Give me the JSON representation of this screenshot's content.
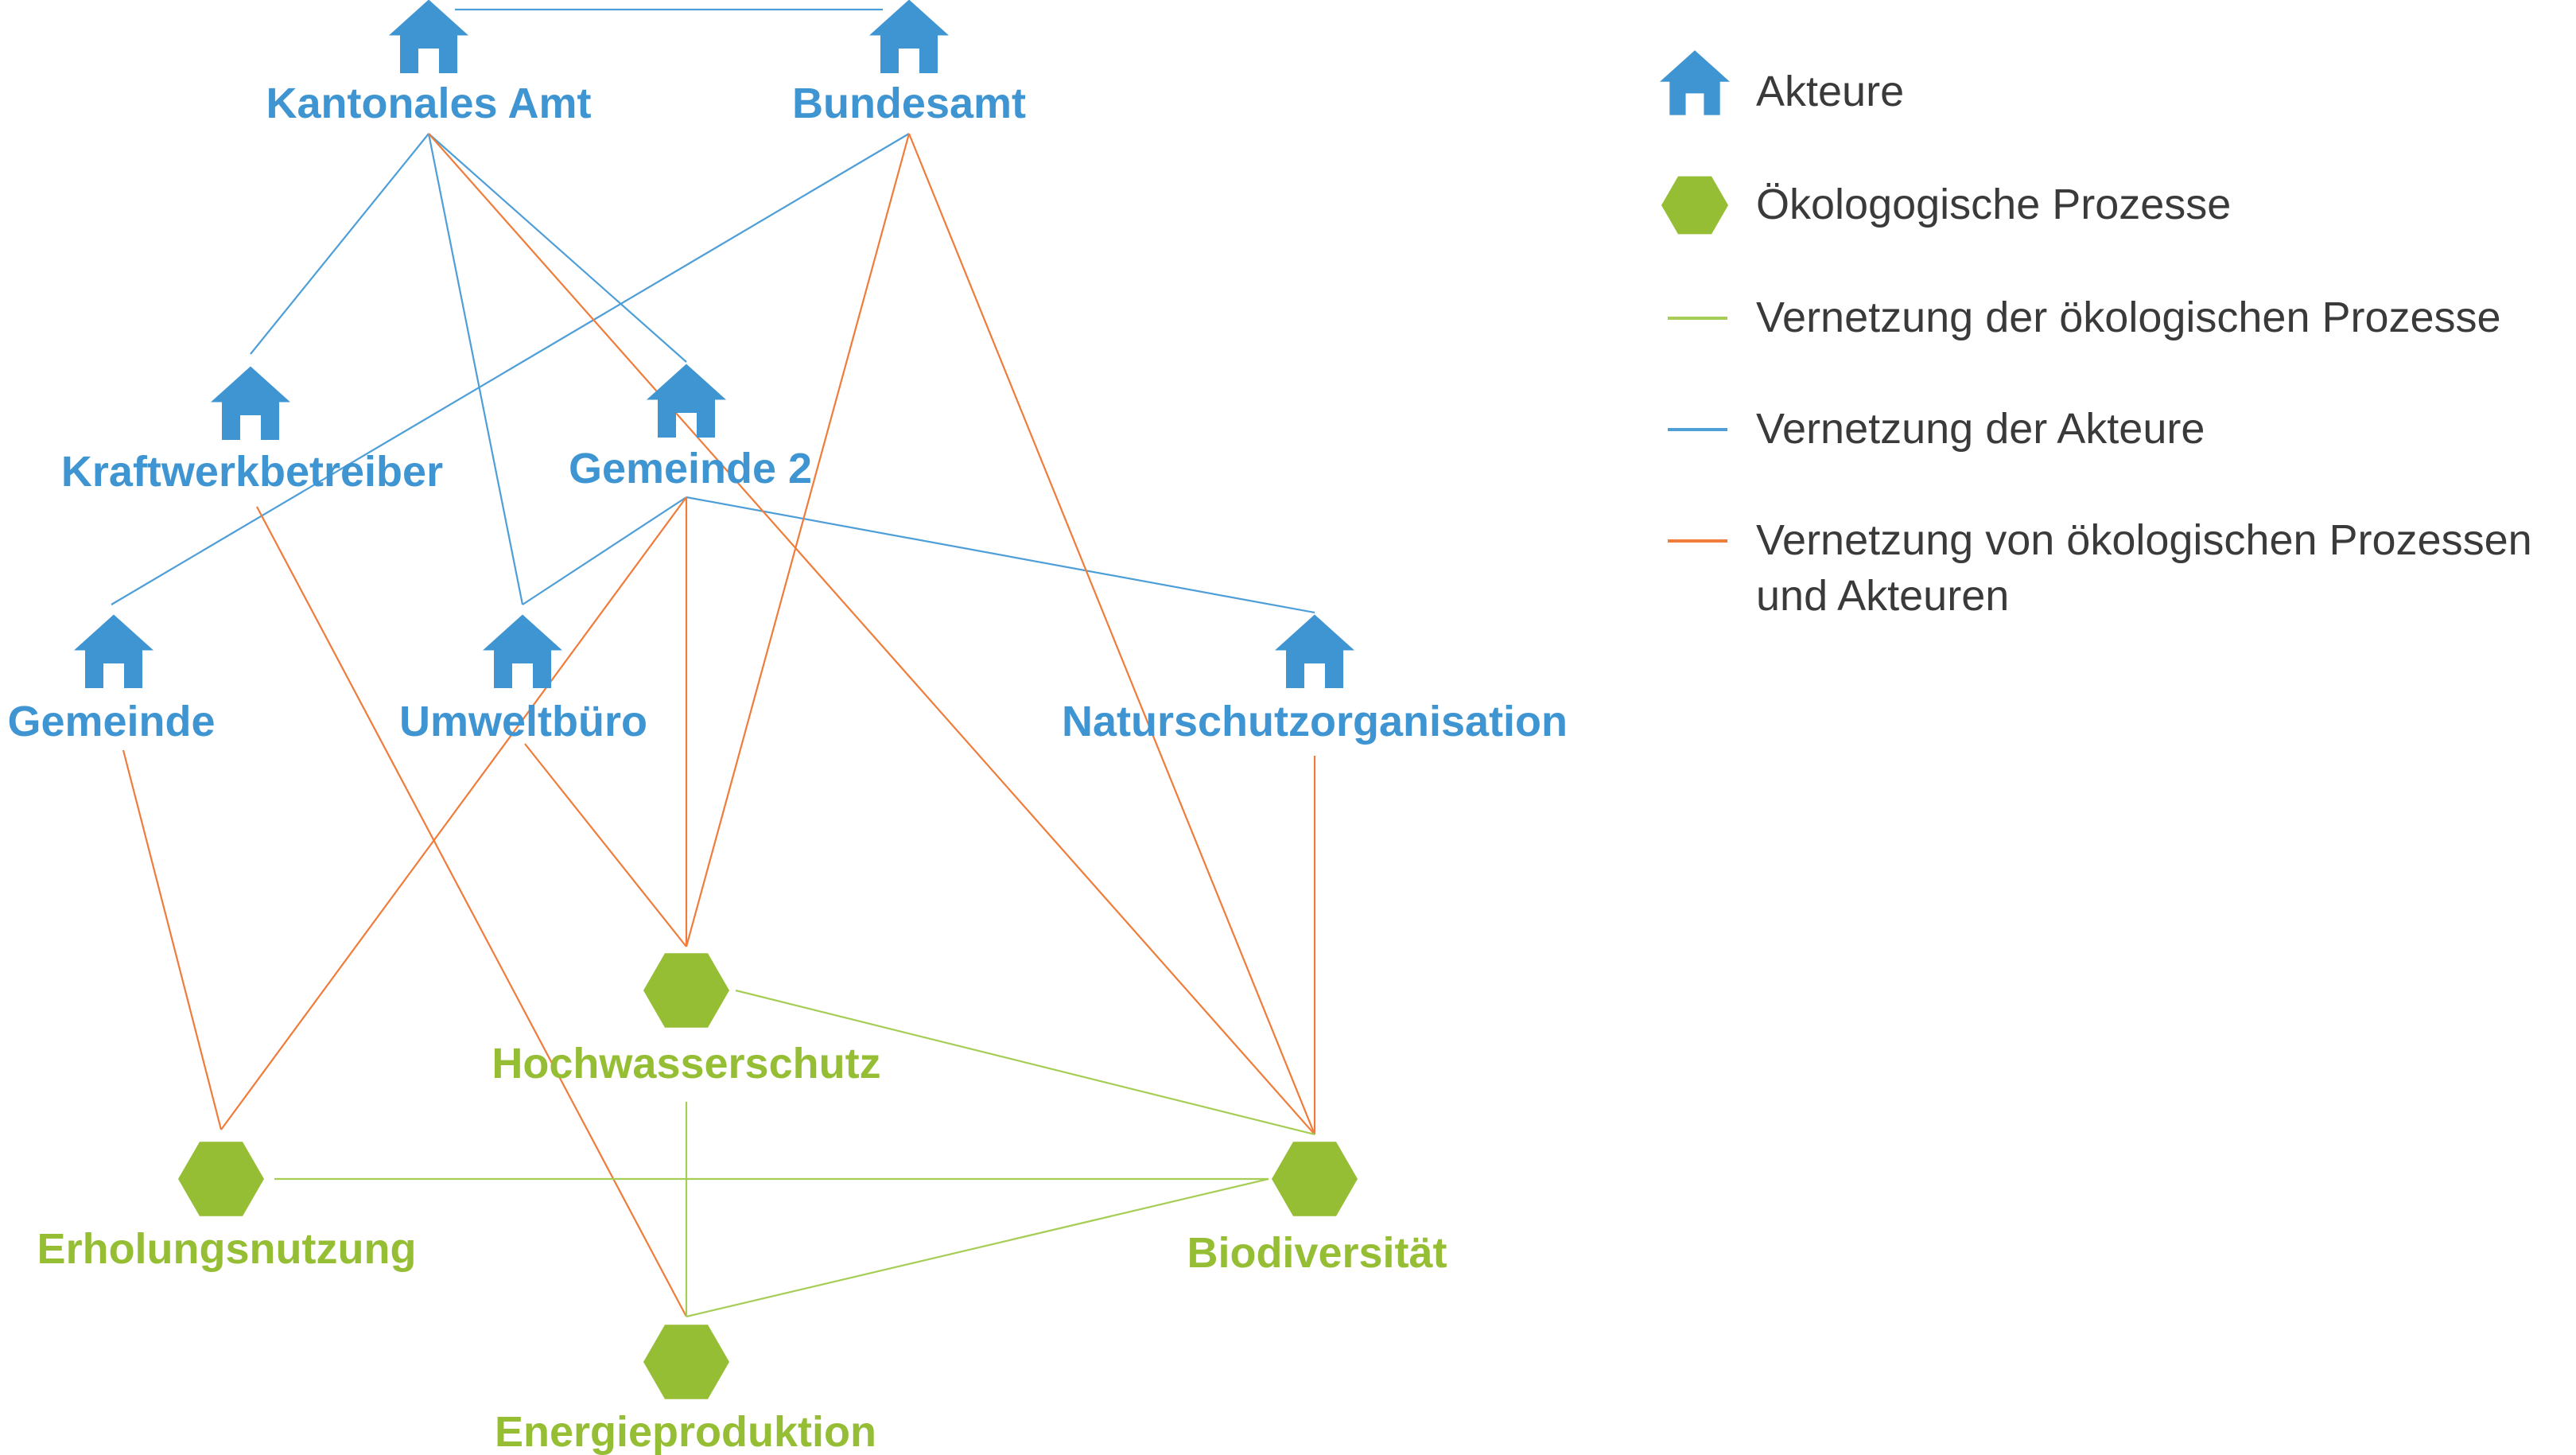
{
  "colors": {
    "actor": "#3f95d1",
    "process": "#95be35",
    "text": "#3a3a3a",
    "edge_actor": "#4e9ed8",
    "edge_process": "#a6cd55",
    "edge_mixed": "#ef7c3a"
  },
  "actors": [
    {
      "id": "kantonales_amt",
      "label": "Kantonales Amt",
      "icon": "house-icon"
    },
    {
      "id": "bundesamt",
      "label": "Bundesamt",
      "icon": "house-icon"
    },
    {
      "id": "kraftwerkbetreiber",
      "label": "Kraftwerkbetreiber",
      "icon": "house-icon"
    },
    {
      "id": "gemeinde_2",
      "label": "Gemeinde 2",
      "icon": "house-icon"
    },
    {
      "id": "gemeinde",
      "label": "Gemeinde",
      "icon": "house-icon"
    },
    {
      "id": "umweltbuero",
      "label": "Umweltbüro",
      "icon": "house-icon"
    },
    {
      "id": "naturschutzorganisation",
      "label": "Naturschutzorganisation",
      "icon": "house-icon"
    }
  ],
  "processes": [
    {
      "id": "hochwasserschutz",
      "label": "Hochwasserschutz",
      "icon": "hexagon-icon"
    },
    {
      "id": "erholungsnutzung",
      "label": "Erholungsnutzung",
      "icon": "hexagon-icon"
    },
    {
      "id": "biodiversitaet",
      "label": "Biodiversität",
      "icon": "hexagon-icon"
    },
    {
      "id": "energieproduktion",
      "label": "Energieproduktion",
      "icon": "hexagon-icon"
    }
  ],
  "edges": [
    {
      "from": "kantonales_amt",
      "to": "bundesamt",
      "type": "actor"
    },
    {
      "from": "kantonales_amt",
      "to": "kraftwerkbetreiber",
      "type": "actor"
    },
    {
      "from": "kantonales_amt",
      "to": "gemeinde_2",
      "type": "actor"
    },
    {
      "from": "kantonales_amt",
      "to": "umweltbuero",
      "type": "actor"
    },
    {
      "from": "bundesamt",
      "to": "gemeinde",
      "type": "actor"
    },
    {
      "from": "gemeinde_2",
      "to": "umweltbuero",
      "type": "actor"
    },
    {
      "from": "gemeinde_2",
      "to": "naturschutzorganisation",
      "type": "actor"
    },
    {
      "from": "kantonales_amt",
      "to": "biodiversitaet",
      "type": "mixed"
    },
    {
      "from": "bundesamt",
      "to": "hochwasserschutz",
      "type": "mixed"
    },
    {
      "from": "bundesamt",
      "to": "biodiversitaet",
      "type": "mixed"
    },
    {
      "from": "kraftwerkbetreiber",
      "to": "energieproduktion",
      "type": "mixed"
    },
    {
      "from": "gemeinde_2",
      "to": "hochwasserschutz",
      "type": "mixed"
    },
    {
      "from": "gemeinde_2",
      "to": "erholungsnutzung",
      "type": "mixed"
    },
    {
      "from": "gemeinde",
      "to": "erholungsnutzung",
      "type": "mixed"
    },
    {
      "from": "umweltbuero",
      "to": "hochwasserschutz",
      "type": "mixed"
    },
    {
      "from": "naturschutzorganisation",
      "to": "biodiversitaet",
      "type": "mixed"
    },
    {
      "from": "hochwasserschutz",
      "to": "biodiversitaet",
      "type": "process"
    },
    {
      "from": "hochwasserschutz",
      "to": "energieproduktion",
      "type": "process"
    },
    {
      "from": "erholungsnutzung",
      "to": "biodiversitaet",
      "type": "process"
    },
    {
      "from": "biodiversitaet",
      "to": "energieproduktion",
      "type": "process"
    }
  ],
  "legend": [
    {
      "kind": "house",
      "icon": "house-icon",
      "lines": [
        "Akteure"
      ]
    },
    {
      "kind": "hexagon",
      "icon": "hexagon-icon",
      "lines": [
        "Ökologogische Prozesse"
      ]
    },
    {
      "kind": "line-process",
      "icon": "line-swatch",
      "lines": [
        "Vernetzung der ökologischen Prozesse"
      ]
    },
    {
      "kind": "line-actor",
      "icon": "line-swatch",
      "lines": [
        "Vernetzung der Akteure"
      ]
    },
    {
      "kind": "line-mixed",
      "icon": "line-swatch",
      "lines": [
        "Vernetzung von ökologischen Prozessen",
        "und Akteuren"
      ]
    }
  ]
}
